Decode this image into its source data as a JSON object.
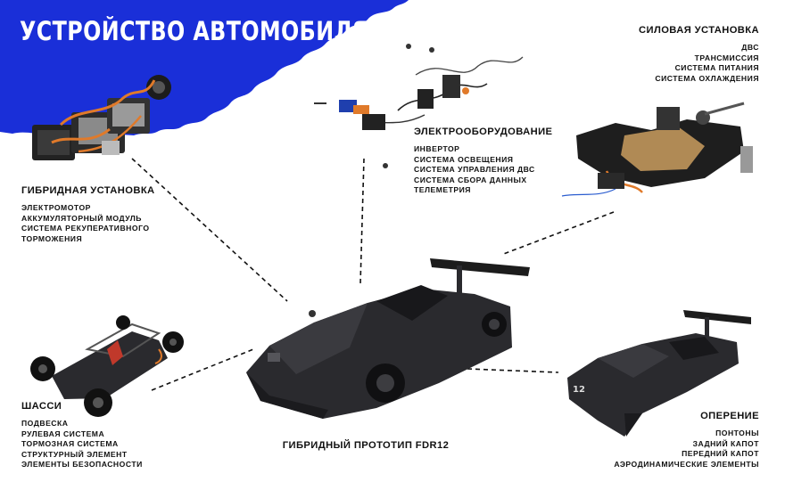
{
  "title": "УСТРОЙСТВО АВТОМОБИЛЯ",
  "sections": {
    "hybrid": {
      "title": "ГИБРИДНАЯ УСТАНОВКА",
      "items": [
        "ЭЛЕКТРОМОТОР",
        "АККУМУЛЯТОРНЫЙ МОДУЛЬ",
        "СИСТЕМА РЕКУПЕРАТИВНОГО",
        "ТОРМОЖЕНИЯ"
      ]
    },
    "electrical": {
      "title": "ЭЛЕКТРООБОРУДОВАНИЕ",
      "items": [
        "ИНВЕРТОР",
        "СИСТЕМА ОСВЕЩЕНИЯ",
        "СИСТЕМА УПРАВЛЕНИЯ ДВС",
        "СИСТЕМА СБОРА ДАННЫХ",
        "ТЕЛЕМЕТРИЯ"
      ]
    },
    "power": {
      "title": "СИЛОВАЯ УСТАНОВКА",
      "items": [
        "ДВС",
        "ТРАНСМИССИЯ",
        "СИСТЕМА ПИТАНИЯ",
        "СИСТЕМА ОХЛАЖДЕНИЯ"
      ]
    },
    "chassis": {
      "title": "ШАССИ",
      "items": [
        "ПОДВЕСКА",
        "РУЛЕВАЯ СИСТЕМА",
        "ТОРМОЗНАЯ СИСТЕМА",
        "СТРУКТУРНЫЙ ЭЛЕМЕНТ",
        "ЭЛЕМЕНТЫ БЕЗОПАСНОСТИ"
      ]
    },
    "bodywork": {
      "title": "ОПЕРЕНИЕ",
      "items": [
        "ПОНТОНЫ",
        "ЗАДНИЙ КАПОТ",
        "ПЕРЕДНИЙ КАПОТ",
        "АЭРОДИНАМИЧЕСКИЕ ЭЛЕМЕНТЫ"
      ]
    },
    "prototype": {
      "title": "ГИБРИДНЫЙ ПРОТОТИП FDR12"
    }
  },
  "colors": {
    "brand_blue": "#1a2fd8",
    "car_body": "#2a2a2e",
    "wire_orange": "#e07a2a",
    "connector": "#111111"
  }
}
